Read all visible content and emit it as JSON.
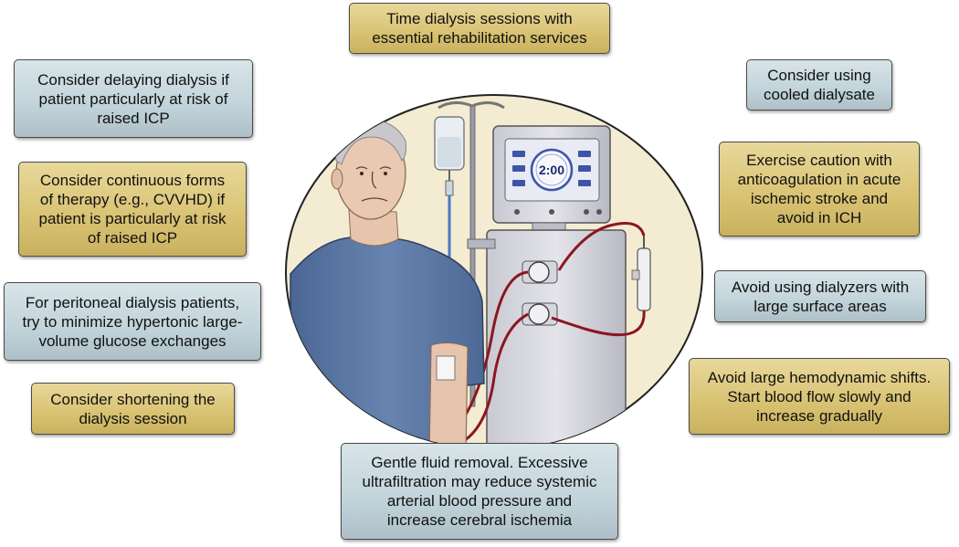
{
  "boxes": {
    "top": "Time dialysis sessions with\nessential rehabilitation services",
    "left1": "Consider delaying dialysis if\npatient particularly at risk of\nraised ICP",
    "left2": "Consider continuous forms\nof therapy (e.g., CVVHD) if\npatient is particularly at risk\nof raised ICP",
    "left3": "For peritoneal dialysis patients,\ntry to minimize hypertonic large-\nvolume glucose exchanges",
    "left4": "Consider shortening the\ndialysis session",
    "right1": "Consider using\ncooled dialysate",
    "right2": "Exercise caution with\nanticoagulation in acute\nischemic stroke and\navoid in ICH",
    "right3": "Avoid using dialyzers with\nlarge surface areas",
    "right4": "Avoid large hemodynamic shifts.\nStart blood flow slowly and\nincrease gradually",
    "bottom": "Gentle fluid removal. Excessive\nultrafiltration may reduce systemic\narterial blood pressure and\nincrease cerebral ischemia"
  },
  "machine": {
    "timer": "2:00"
  },
  "colors": {
    "gold_box": "#d8c272",
    "blue_box": "#c1d3da",
    "circle_bg": "#f3ecd2",
    "shirt": "#5c7aa6",
    "blood_line": "#8c1620"
  }
}
